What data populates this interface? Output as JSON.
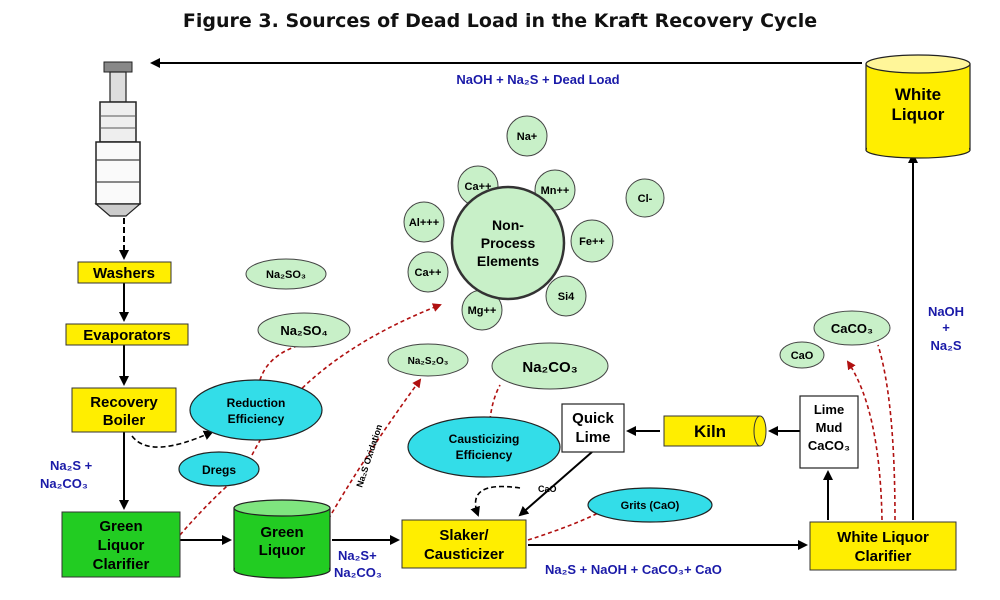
{
  "title": "Figure 3. Sources of Dead Load in the Kraft Recovery Cycle",
  "colors": {
    "yellow": "#ffee00",
    "green": "#22cc22",
    "mint": "#c8f0c8",
    "cyan": "#33dde8",
    "blue_text": "#1a1aa8",
    "dashed_red": "#b01010"
  },
  "process": {
    "digester_icon": "digester-icon",
    "washers": "Washers",
    "evaporators": "Evaporators",
    "recovery_boiler": [
      "Recovery",
      "Boiler"
    ],
    "green_liquor_clarifier": [
      "Green",
      "Liquor",
      "Clarifier"
    ],
    "green_liquor_tank": [
      "Green",
      "Liquor"
    ],
    "slaker": [
      "Slaker/",
      "Causticizer"
    ],
    "white_liquor_clarifier": [
      "White Liquor",
      "Clarifier"
    ],
    "white_liquor_tank": [
      "White",
      "Liquor"
    ],
    "kiln": "Kiln",
    "quick_lime": [
      "Quick",
      "Lime"
    ],
    "lime_mud": [
      "Lime",
      "Mud",
      "CaCO₃"
    ]
  },
  "flow_labels": {
    "top": "NaOH  +  Na₂S + Dead Load",
    "boiler_out": [
      "Na₂S +",
      "Na₂CO₃"
    ],
    "tank_out": [
      "Na₂S+",
      "Na₂CO₃"
    ],
    "slaker_out": "Na₂S  +  NaOH + CaCO₃+ CaO",
    "white_up": [
      "NaOH",
      "+",
      "Na₂S"
    ]
  },
  "losses": {
    "reduction_efficiency": [
      "Reduction",
      "Efficiency"
    ],
    "dregs": "Dregs",
    "causticizing_efficiency": [
      "Causticizing",
      "Efficiency"
    ],
    "grits": "Grits (CaO)",
    "cao_small": "CaO",
    "na2s_oxidation": "Na₂S Oxidation"
  },
  "compounds": {
    "na2so3": "Na₂SO₃",
    "na2so4": "Na₂SO₄",
    "na2s2o3": "Na₂S₂O₃",
    "na2co3": "Na₂CO₃",
    "caco3": "CaCO₃",
    "cao": "CaO"
  },
  "npe": {
    "center": [
      "Non-",
      "Process",
      "Elements"
    ],
    "ions": [
      {
        "label": "Na+"
      },
      {
        "label": "Ca++"
      },
      {
        "label": "Mn++"
      },
      {
        "label": "Cl-"
      },
      {
        "label": "Al+++"
      },
      {
        "label": "Fe++"
      },
      {
        "label": "Ca++"
      },
      {
        "label": "Si4"
      },
      {
        "label": "Mg++"
      }
    ]
  }
}
